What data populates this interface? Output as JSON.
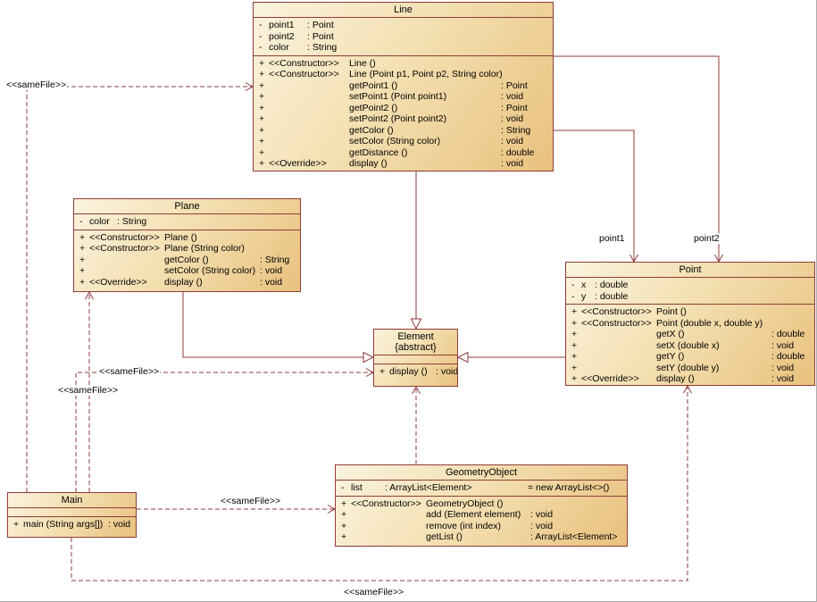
{
  "labels": {
    "same_file": "<<sameFile>>",
    "point1": "point1",
    "point2": "point2"
  },
  "classes": {
    "line": {
      "title": "Line",
      "attributes": [
        {
          "vis": "-",
          "name": "point1",
          "type": ": Point"
        },
        {
          "vis": "-",
          "name": "point2",
          "type": ": Point"
        },
        {
          "vis": "-",
          "name": "color",
          "type": ": String"
        }
      ],
      "methods": [
        {
          "vis": "+",
          "stereo": "<<Constructor>>",
          "name": "Line ()",
          "type": ""
        },
        {
          "vis": "+",
          "stereo": "<<Constructor>>",
          "name": "Line (Point p1, Point p2, String color)",
          "type": ""
        },
        {
          "vis": "+",
          "stereo": "",
          "name": "getPoint1 ()",
          "type": ": Point"
        },
        {
          "vis": "+",
          "stereo": "",
          "name": "setPoint1 (Point point1)",
          "type": ": void"
        },
        {
          "vis": "+",
          "stereo": "",
          "name": "getPoint2 ()",
          "type": ": Point"
        },
        {
          "vis": "+",
          "stereo": "",
          "name": "setPoint2 (Point point2)",
          "type": ": void"
        },
        {
          "vis": "+",
          "stereo": "",
          "name": "getColor ()",
          "type": ": String"
        },
        {
          "vis": "+",
          "stereo": "",
          "name": "setColor (String color)",
          "type": ": void"
        },
        {
          "vis": "+",
          "stereo": "",
          "name": "getDistance ()",
          "type": ": double"
        },
        {
          "vis": "+",
          "stereo": "<<Override>>",
          "name": "display ()",
          "type": ": void"
        }
      ]
    },
    "plane": {
      "title": "Plane",
      "attributes": [
        {
          "vis": "-",
          "name": "color",
          "type": ": String"
        }
      ],
      "methods": [
        {
          "vis": "+",
          "stereo": "<<Constructor>>",
          "name": "Plane ()",
          "type": ""
        },
        {
          "vis": "+",
          "stereo": "<<Constructor>>",
          "name": "Plane (String color)",
          "type": ""
        },
        {
          "vis": "+",
          "stereo": "",
          "name": "getColor ()",
          "type": ": String"
        },
        {
          "vis": "+",
          "stereo": "",
          "name": "setColor (String color)",
          "type": ": void"
        },
        {
          "vis": "+",
          "stereo": "<<Override>>",
          "name": "display ()",
          "type": ": void"
        }
      ]
    },
    "point": {
      "title": "Point",
      "attributes": [
        {
          "vis": "-",
          "name": "x",
          "type": ": double"
        },
        {
          "vis": "-",
          "name": "y",
          "type": ": double"
        }
      ],
      "methods": [
        {
          "vis": "+",
          "stereo": "<<Constructor>>",
          "name": "Point ()",
          "type": ""
        },
        {
          "vis": "+",
          "stereo": "<<Constructor>>",
          "name": "Point (double x, double y)",
          "type": ""
        },
        {
          "vis": "+",
          "stereo": "",
          "name": "getX ()",
          "type": ": double"
        },
        {
          "vis": "+",
          "stereo": "",
          "name": "setX (double x)",
          "type": ": void"
        },
        {
          "vis": "+",
          "stereo": "",
          "name": "getY ()",
          "type": ": double"
        },
        {
          "vis": "+",
          "stereo": "",
          "name": "setY (double y)",
          "type": ": void"
        },
        {
          "vis": "+",
          "stereo": "<<Override>>",
          "name": "display ()",
          "type": ": void"
        }
      ]
    },
    "element": {
      "title": "Element",
      "subtitle": "{abstract}",
      "attributes": [],
      "methods": [
        {
          "vis": "+",
          "stereo": "",
          "name": "display ()",
          "type": ": void"
        }
      ]
    },
    "geometry_object": {
      "title": "GeometryObject",
      "attributes": [
        {
          "vis": "-",
          "name": "list",
          "type": ": ArrayList<Element>",
          "extra": "= new ArrayList<>()"
        }
      ],
      "methods": [
        {
          "vis": "+",
          "stereo": "<<Constructor>>",
          "name": "GeometryObject ()",
          "type": ""
        },
        {
          "vis": "+",
          "stereo": "",
          "name": "add (Element element)",
          "type": ": void"
        },
        {
          "vis": "+",
          "stereo": "",
          "name": "remove (int index)",
          "type": ": void"
        },
        {
          "vis": "+",
          "stereo": "",
          "name": "getList ()",
          "type": ": ArrayList<Element>"
        }
      ]
    },
    "main": {
      "title": "Main",
      "attributes": [],
      "methods": [
        {
          "vis": "+",
          "stereo": "",
          "name": "main (String args[])",
          "type": ": void"
        }
      ]
    }
  }
}
